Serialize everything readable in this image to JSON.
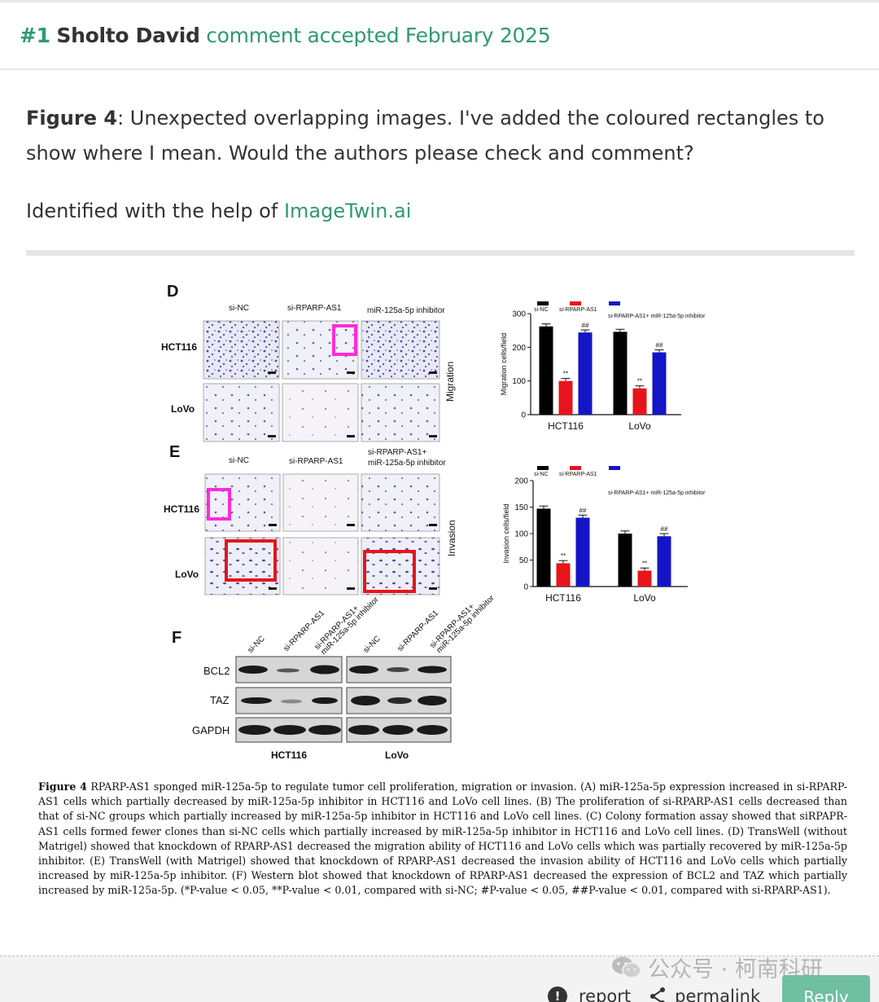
{
  "comment": {
    "number": "#1",
    "author": "Sholto David",
    "status": "comment accepted February 2025",
    "paragraph1_bold": "Figure 4",
    "paragraph1_rest": ": Unexpected overlapping images. I've added the coloured rectangles to show where I mean. Would the authors please check and comment?",
    "paragraph2_text": "Identified with the help of ",
    "paragraph2_link": "ImageTwin.ai"
  },
  "figure": {
    "panel_d": "D",
    "panel_e": "E",
    "panel_f": "F",
    "col_sinc": "si-NC",
    "col_sirparp": "si-RPARP-AS1",
    "col_combo_line1": "si-RPARP-AS1+",
    "col_combo_line2": "miR-125a-5p inhibitor",
    "row_hct116": "HCT116",
    "row_lovo": "LoVo",
    "side_migration": "Migration",
    "side_invasion": "Invasion",
    "wb_labels": [
      "BCL2",
      "TAZ",
      "GAPDH"
    ],
    "wb_col_labels": [
      "si-NC",
      "si-RPARP-AS1",
      "si-RPARP-AS1+",
      "miR-125a-5p inhibitor"
    ],
    "wb_groups": [
      "HCT116",
      "LoVo"
    ],
    "sig_double_star": "**",
    "sig_hash": "##"
  },
  "chart_data": [
    {
      "type": "bar",
      "ylabel": "Migration cells/field",
      "categories": [
        "HCT116",
        "LoVo"
      ],
      "ylim": [
        0,
        300
      ],
      "yticks": [
        0,
        100,
        200,
        300
      ],
      "legend": [
        "si-NC",
        "si-RPARP-AS1",
        "si-RPARP-AS1+ miR-125a-5p inhibitor"
      ],
      "series": [
        {
          "name": "si-NC",
          "color": "#000000",
          "values": [
            262,
            246
          ]
        },
        {
          "name": "si-RPARP-AS1",
          "color": "#e8141b",
          "values": [
            100,
            78
          ]
        },
        {
          "name": "si-RPARP-AS1+ miR-125a-5p inhibitor",
          "color": "#1515c8",
          "values": [
            244,
            185
          ]
        }
      ]
    },
    {
      "type": "bar",
      "ylabel": "Invasion cells/field",
      "categories": [
        "HCT116",
        "LoVo"
      ],
      "ylim": [
        0,
        200
      ],
      "yticks": [
        0,
        50,
        100,
        150,
        200
      ],
      "legend": [
        "si-NC",
        "si-RPARP-AS1",
        "si-RPARP-AS1+ miR-125a-5p inhibitor"
      ],
      "series": [
        {
          "name": "si-NC",
          "color": "#000000",
          "values": [
            147,
            100
          ]
        },
        {
          "name": "si-RPARP-AS1",
          "color": "#e8141b",
          "values": [
            44,
            30
          ]
        },
        {
          "name": "si-RPARP-AS1+ miR-125a-5p inhibitor",
          "color": "#1515c8",
          "values": [
            130,
            95
          ]
        }
      ]
    }
  ],
  "caption": {
    "label": "Figure 4",
    "text": " RPARP-AS1 sponged miR-125a-5p to regulate tumor cell proliferation, migration or invasion. (A) miR-125a-5p expression increased in si-RPARP-AS1 cells which partially decreased by miR-125a-5p inhibitor in HCT116 and LoVo cell lines. (B) The proliferation of si-RPARP-AS1 cells decreased than that of si-NC groups which partially increased by miR-125a-5p inhibitor in HCT116 and LoVo cell lines. (C) Colony formation assay showed that siRPAPR-AS1 cells formed fewer clones than si-NC cells which partially increased by miR-125a-5p inhibitor in HCT116 and LoVo cell lines. (D) TransWell (without Matrigel) showed that knockdown of RPARP-AS1 decreased the migration ability of HCT116 and LoVo cells which was partially recovered by miR-125a-5p inhibitor. (E) TransWell (with Matrigel) showed that knockdown of RPARP-AS1 decreased the invasion ability of HCT116 and LoVo cells which partially increased by miR-125a-5p inhibitor. (F) Western blot showed that knockdown of RPARP-AS1 decreased the expression of BCL2 and TAZ which partially increased by miR-125a-5p. (*P-value < 0.05, **P-value < 0.01, compared with si-NC; #P-value < 0.05, ##P-value < 0.01, compared with si-RPARP-AS1)."
  },
  "footer": {
    "watermark": "公众号 · 柯南科研",
    "report": "report",
    "permalink": "permalink",
    "reply": "Reply"
  },
  "colors": {
    "accent": "#2e9a6f",
    "reply_button": "#6fbfa0",
    "highlight_magenta": "#ff2bd6",
    "highlight_red": "#e8141b"
  }
}
